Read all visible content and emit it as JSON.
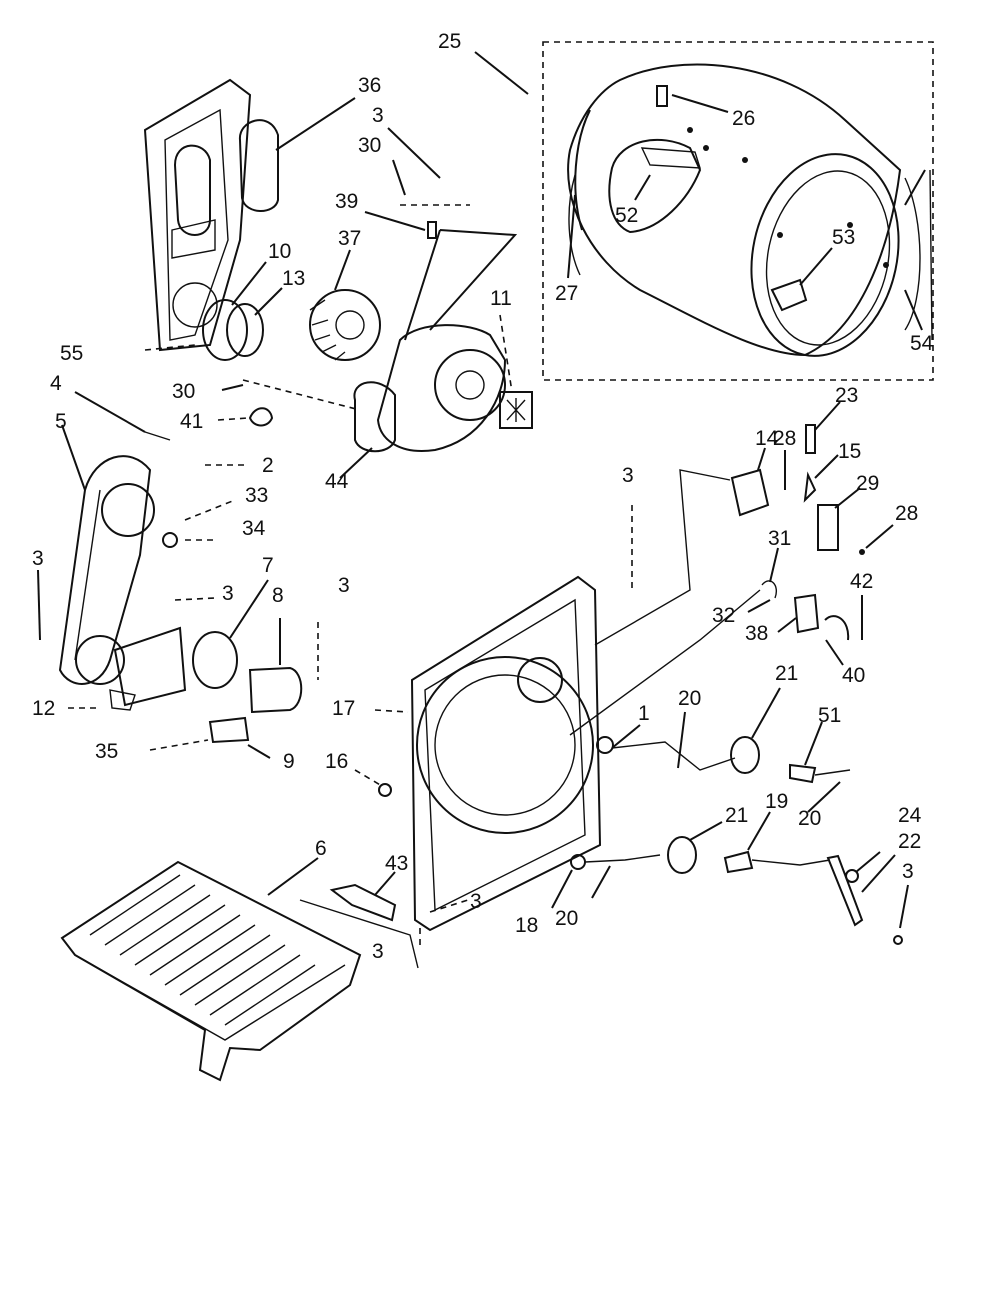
{
  "header": {
    "partial_text": ""
  },
  "callouts": [
    {
      "id": "c25",
      "text": "25"
    },
    {
      "id": "c36",
      "text": "36"
    },
    {
      "id": "c3a",
      "text": "3"
    },
    {
      "id": "c30a",
      "text": "30"
    },
    {
      "id": "c26",
      "text": "26"
    },
    {
      "id": "c39",
      "text": "39"
    },
    {
      "id": "c37",
      "text": "37"
    },
    {
      "id": "c52",
      "text": "52"
    },
    {
      "id": "c10",
      "text": "10"
    },
    {
      "id": "c13",
      "text": "13"
    },
    {
      "id": "c53",
      "text": "53"
    },
    {
      "id": "c11",
      "text": "11"
    },
    {
      "id": "c27",
      "text": "27"
    },
    {
      "id": "c55",
      "text": "55"
    },
    {
      "id": "c54",
      "text": "54"
    },
    {
      "id": "c30b",
      "text": "30"
    },
    {
      "id": "c4",
      "text": "4"
    },
    {
      "id": "c41",
      "text": "41"
    },
    {
      "id": "c5",
      "text": "5"
    },
    {
      "id": "c2",
      "text": "2"
    },
    {
      "id": "c44",
      "text": "44"
    },
    {
      "id": "c14",
      "text": "14"
    },
    {
      "id": "c23",
      "text": "23"
    },
    {
      "id": "c28a",
      "text": "28"
    },
    {
      "id": "c15",
      "text": "15"
    },
    {
      "id": "c3b",
      "text": "3"
    },
    {
      "id": "c29",
      "text": "29"
    },
    {
      "id": "c33",
      "text": "33"
    },
    {
      "id": "c34",
      "text": "34"
    },
    {
      "id": "c28b",
      "text": "28"
    },
    {
      "id": "c31",
      "text": "31"
    },
    {
      "id": "c3c",
      "text": "3"
    },
    {
      "id": "c3d",
      "text": "3"
    },
    {
      "id": "c7",
      "text": "7"
    },
    {
      "id": "c3e",
      "text": "3"
    },
    {
      "id": "c42",
      "text": "42"
    },
    {
      "id": "c32",
      "text": "32"
    },
    {
      "id": "c38",
      "text": "38"
    },
    {
      "id": "c8",
      "text": "8"
    },
    {
      "id": "c40",
      "text": "40"
    },
    {
      "id": "c21a",
      "text": "21"
    },
    {
      "id": "c51",
      "text": "51"
    },
    {
      "id": "c12",
      "text": "12"
    },
    {
      "id": "c17",
      "text": "17"
    },
    {
      "id": "c1",
      "text": "1"
    },
    {
      "id": "c20a",
      "text": "20"
    },
    {
      "id": "c35",
      "text": "35"
    },
    {
      "id": "c9",
      "text": "9"
    },
    {
      "id": "c16",
      "text": "16"
    },
    {
      "id": "c21b",
      "text": "21"
    },
    {
      "id": "c19",
      "text": "19"
    },
    {
      "id": "c24",
      "text": "24"
    },
    {
      "id": "c20b",
      "text": "20"
    },
    {
      "id": "c22",
      "text": "22"
    },
    {
      "id": "c6",
      "text": "6"
    },
    {
      "id": "c43",
      "text": "43"
    },
    {
      "id": "c3f",
      "text": "3"
    },
    {
      "id": "c18",
      "text": "18"
    },
    {
      "id": "c20c",
      "text": "20"
    },
    {
      "id": "c3g",
      "text": "3"
    },
    {
      "id": "c3h",
      "text": "3"
    }
  ]
}
